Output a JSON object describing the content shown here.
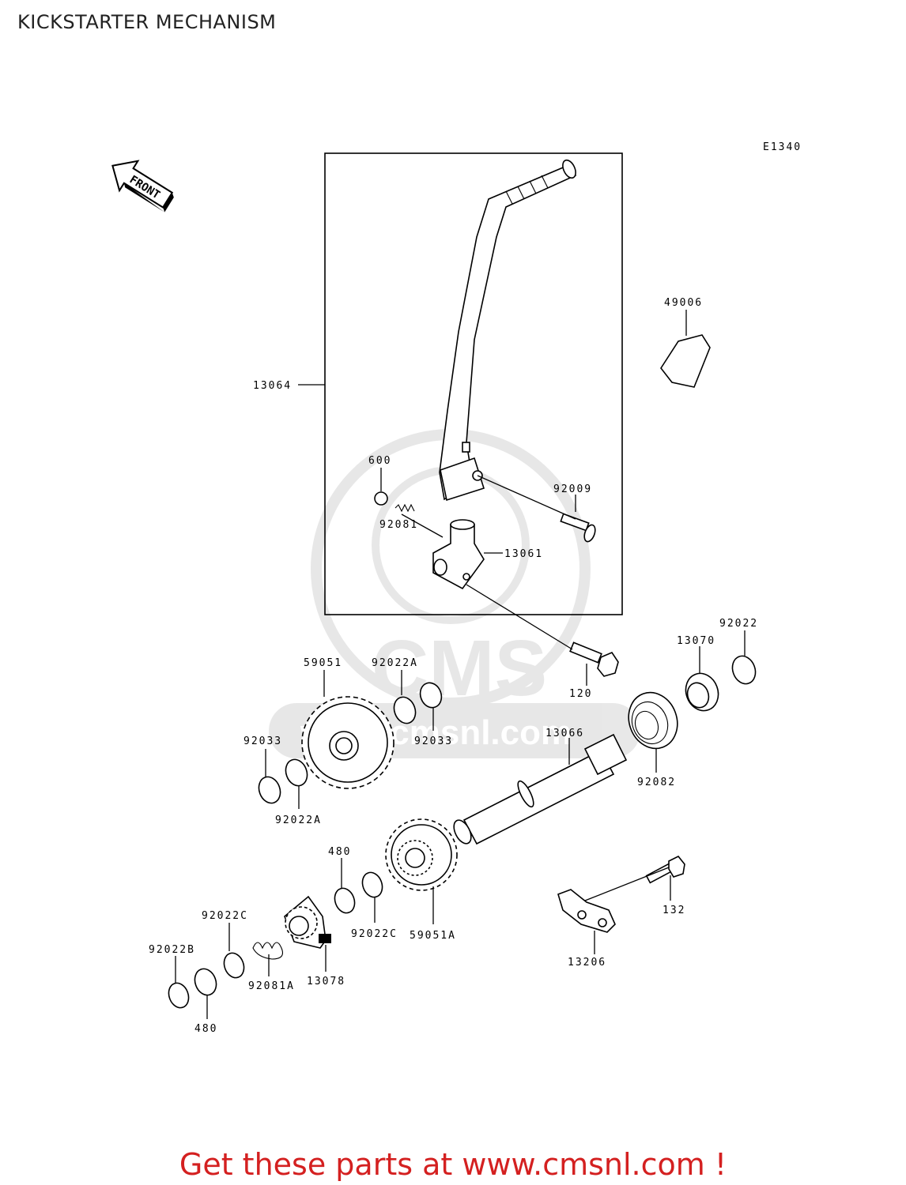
{
  "page": {
    "title": "KICKSTARTER MECHANISM",
    "diagram_code": "E1340",
    "front_label": "FRONT",
    "promo_text": "Get these parts at www.cmsnl.com !"
  },
  "watermark": {
    "text": "CMS",
    "url_fragment": "www.cmsnl.com"
  },
  "parts": {
    "p13064": "13064",
    "p49006": "49006",
    "p600": "600",
    "p92009": "92009",
    "p92081": "92081",
    "p13061": "13061",
    "p92022": "92022",
    "p13070": "13070",
    "p59051": "59051",
    "p92022A_top": "92022A",
    "p120": "120",
    "p92033_right": "92033",
    "p13066": "13066",
    "p92033_left": "92033",
    "p92082": "92082",
    "p92022A_bottom": "92022A",
    "p480_top": "480",
    "p132": "132",
    "p92022C_left": "92022C",
    "p92022C_mid": "92022C",
    "p59051A": "59051A",
    "p13206": "13206",
    "p92022B": "92022B",
    "p92081A": "92081A",
    "p13078": "13078",
    "p480_bottom": "480"
  }
}
